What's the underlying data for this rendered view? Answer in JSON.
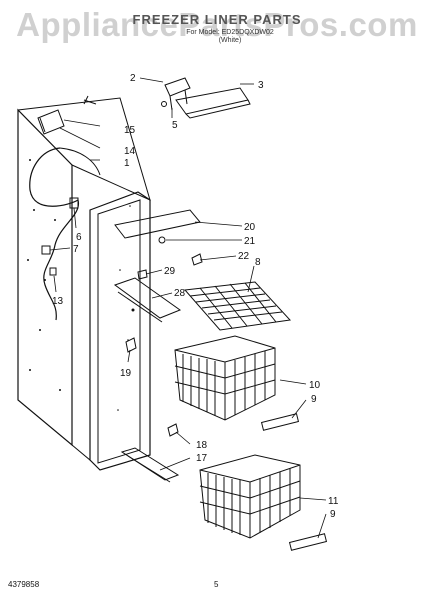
{
  "header": {
    "watermark": "AppliancePartsPros.com",
    "title": "FREEZER LINER PARTS",
    "model_line": "For Model: ED25DQXDW02",
    "revision": "(White)"
  },
  "callouts": [
    "1",
    "2",
    "3",
    "5",
    "6",
    "7",
    "8",
    "9",
    "9",
    "10",
    "11",
    "13",
    "14",
    "15",
    "17",
    "18",
    "19",
    "20",
    "21",
    "22",
    "28",
    "29"
  ],
  "footer": {
    "part_number": "4379858",
    "page": "5"
  }
}
